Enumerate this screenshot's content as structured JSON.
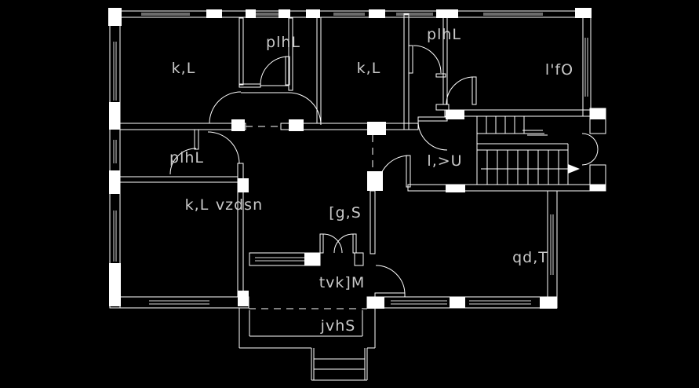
{
  "window_title": "",
  "colors": {
    "background": "#000000",
    "wall_line": "#ffffff",
    "window_line": "#d9d9d9",
    "text": "#c9c9c9"
  },
  "drawing": {
    "type": "architectural-floor-plan",
    "style": "CAD white-on-black linework with filled column blocks, window symbols, door swing arcs, U-shaped staircase with up-arrow, front porch steps"
  },
  "labels": {
    "room_top_left": "k,L",
    "bath_top_1": "plhL",
    "room_top_mid": "k,L",
    "bath_top_2": "plhL",
    "room_top_right": "l'fO",
    "bath_mid_left": "plhL",
    "stair_lobby": "l,>U",
    "room_left_part1": "k,L",
    "room_left_part2": "vzdsn",
    "hall_center": "[g,S",
    "room_bottom_right": "qd,T",
    "room_bottom_mid": "tvk]M",
    "porch": "jvhS"
  }
}
